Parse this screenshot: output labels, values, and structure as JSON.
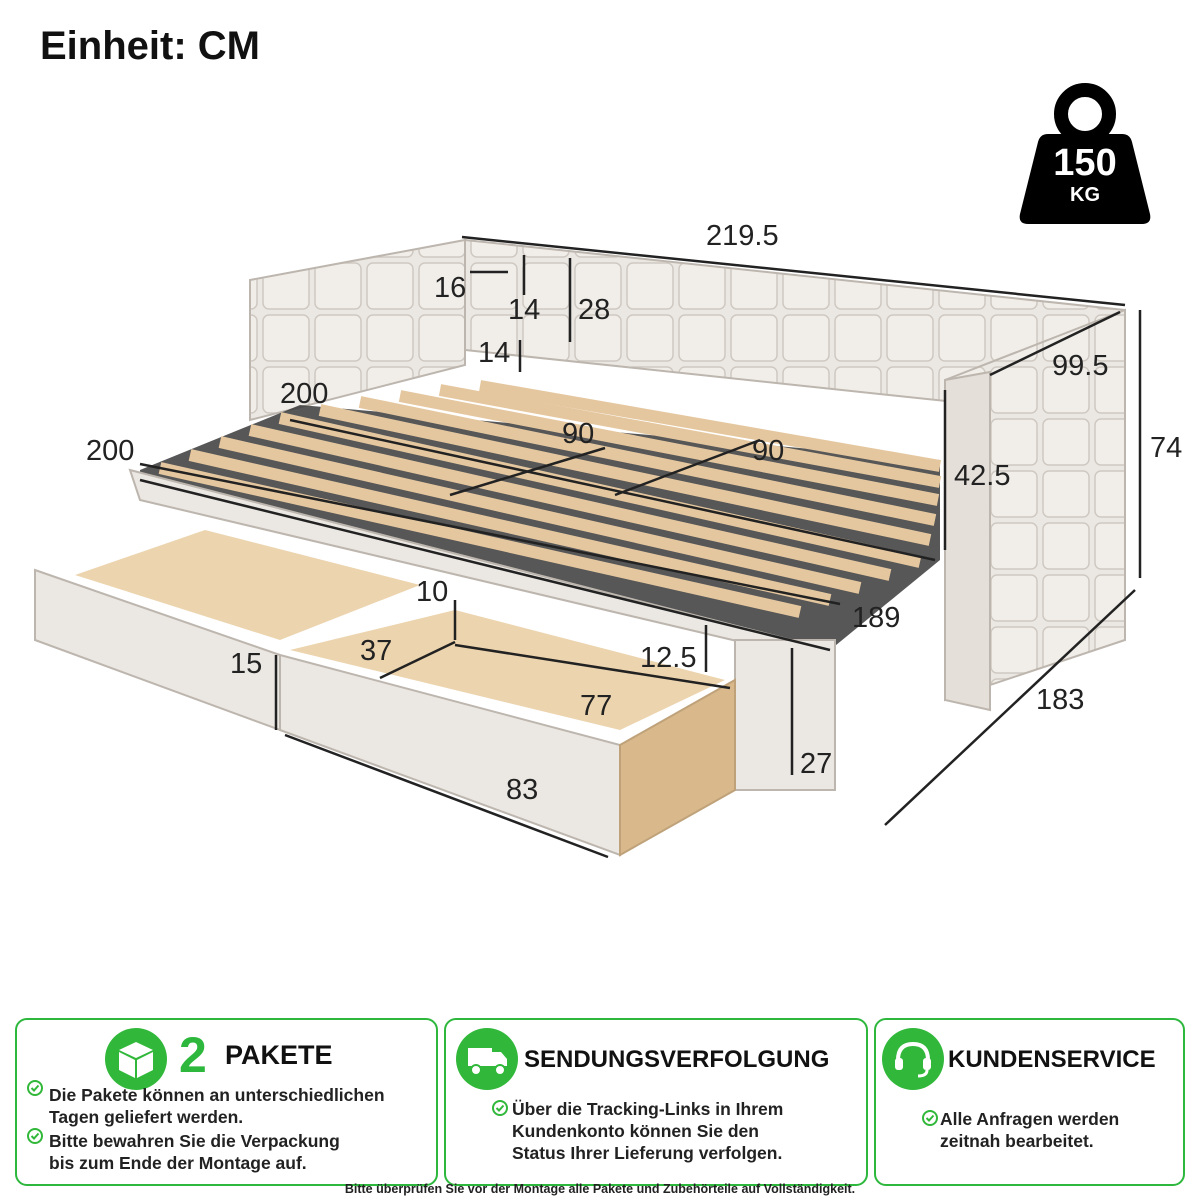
{
  "title": "Einheit: CM",
  "weight": {
    "value": "150",
    "unit": "KG"
  },
  "dimensions": {
    "total_length": "219.5",
    "armrest_width": "16",
    "backrest_tuft": "14",
    "backrest_height": "28",
    "slat_gap": "14",
    "side_depth": "99.5",
    "total_height": "74",
    "upper_length": "200",
    "lower_length": "200",
    "upper_width": "90",
    "lower_width": "90",
    "side_height": "42.5",
    "trundle_length": "189",
    "drawer_divider": "10",
    "drawer_depth": "37",
    "drawer_inner_height": "12.5",
    "drawer_front_height": "15",
    "drawer_inner_length": "77",
    "trundle_height": "27",
    "drawer_length": "83",
    "extended_depth": "183"
  },
  "cards": [
    {
      "number": "2",
      "heading": "PAKETE",
      "icon": "package-icon",
      "bullets": [
        "Die Pakete können an unterschiedlichen\nTagen geliefert werden.",
        "Bitte bewahren Sie die Verpackung\nbis zum Ende der Montage auf."
      ]
    },
    {
      "heading": "SENDUNGSVERFOLGUNG",
      "icon": "delivery-truck-icon",
      "bullets": [
        "Über die Tracking-Links in Ihrem\nKundenkonto können Sie den\nStatus Ihrer Lieferung verfolgen."
      ]
    },
    {
      "heading": "KUNDENSERVICE",
      "icon": "headset-icon",
      "bullets": [
        "Alle Anfragen werden\nzeitnah bearbeitet."
      ]
    }
  ],
  "footer": "Bitte überprüfen Sie vor der Montage alle Pakete und Zubehörteile auf Vollständigkeit.",
  "colors": {
    "accent_green": "#31b83a",
    "fabric": "#e8e4df",
    "wood": "#e9cfa8"
  }
}
